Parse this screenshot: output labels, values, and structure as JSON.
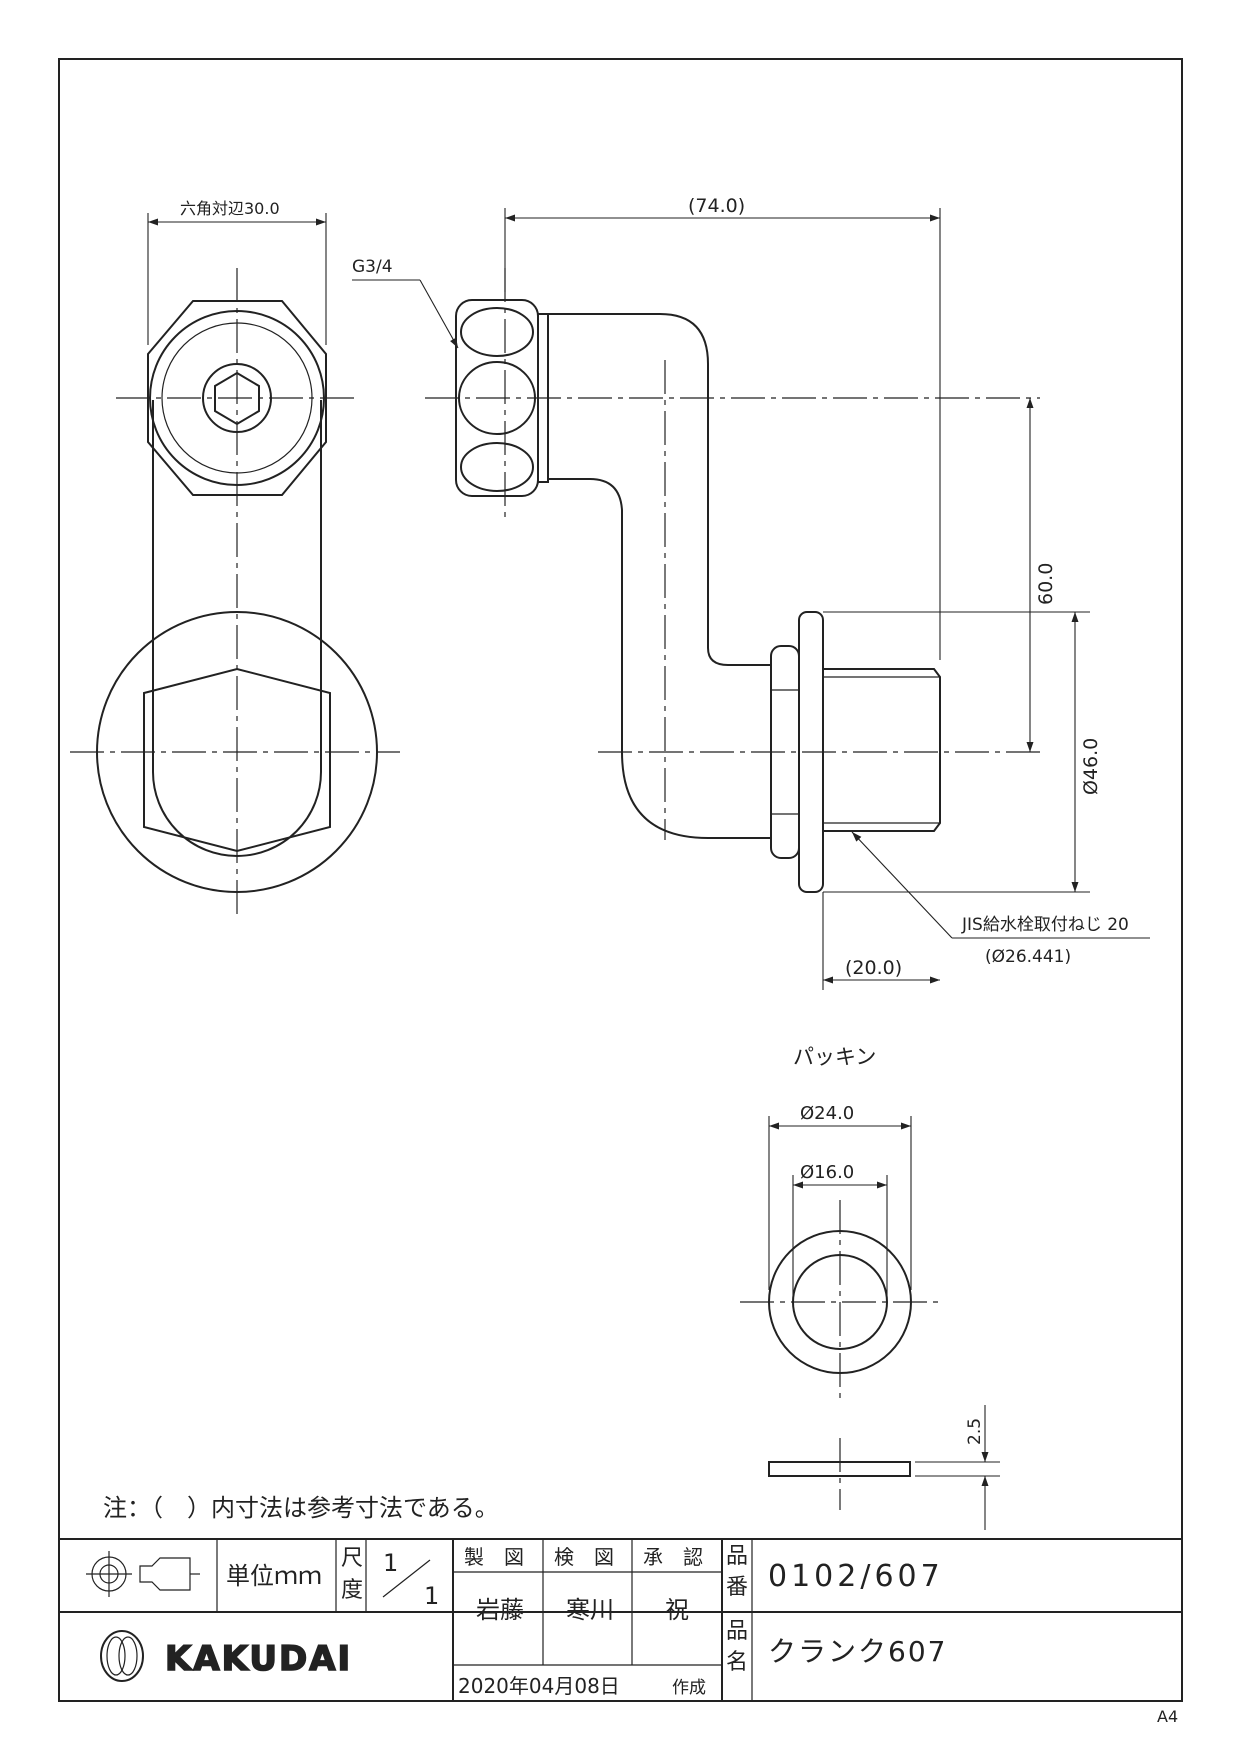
{
  "drawing": {
    "dims": {
      "hex_across_flats": "六角対辺30.0",
      "length": "(74.0)",
      "thread_top": "G3/4",
      "height": "60.0",
      "flange_dia": "Ø46.0",
      "jis_thread": "JIS給水栓取付ねじ 20",
      "jis_thread_dia": "(Ø26.441)",
      "spigot_length": "(20.0)"
    },
    "packing": {
      "title": "パッキン",
      "outer_dia": "Ø24.0",
      "inner_dia": "Ø16.0",
      "thickness": "2.5"
    },
    "note": "注：（　）内寸法は参考寸法である。"
  },
  "title_block": {
    "unit": "単位ｍｍ",
    "scale_label_1": "尺",
    "scale_label_2": "度",
    "scale_num": "1",
    "scale_den": "1",
    "drawn_label": "製　図",
    "checked_label": "検　図",
    "approved_label": "承　認",
    "drawn_by": "岩藤",
    "checked_by": "寒川",
    "approved_by": "祝",
    "date": "2020年04月08日",
    "created_label": "作成",
    "part_no_label_1": "品",
    "part_no_label_2": "番",
    "part_no": "0102/607",
    "part_name_label_1": "品",
    "part_name_label_2": "名",
    "part_name": "クランク607",
    "logo_text": "KAKUDAI"
  },
  "sheet_size": "A4"
}
